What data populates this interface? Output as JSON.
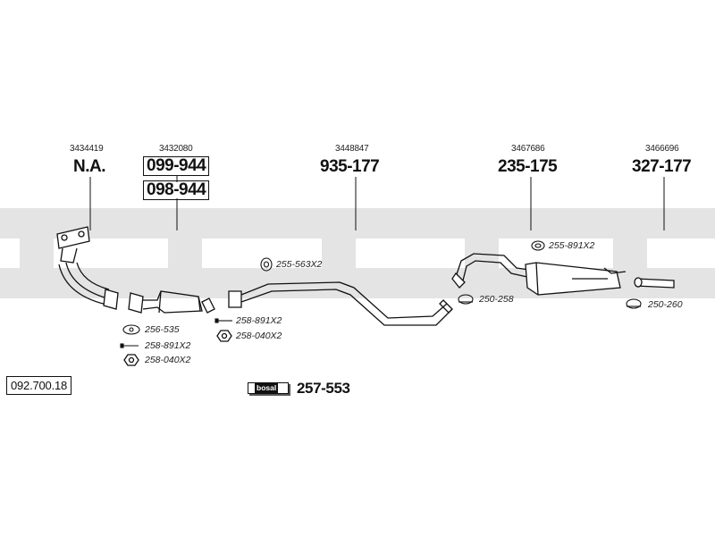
{
  "reference_number": "092.700.18",
  "watermark_text": "bosal",
  "brand_badge": {
    "text": "bosal",
    "code": "257-553"
  },
  "components": [
    {
      "part_number": "3434419",
      "codes": [
        "N.A."
      ]
    },
    {
      "part_number": "3432080",
      "codes": [
        "099-944",
        "098-944"
      ]
    },
    {
      "part_number": "3448847",
      "codes": [
        "935-177"
      ]
    },
    {
      "part_number": "3467686",
      "codes": [
        "235-175"
      ]
    },
    {
      "part_number": "3466696",
      "codes": [
        "327-177"
      ]
    }
  ],
  "accessories": [
    {
      "code": "256-535",
      "icon": "gasket-icon"
    },
    {
      "code": "258-891X2",
      "icon": "bolt-icon"
    },
    {
      "code": "258-040X2",
      "icon": "nut-icon"
    },
    {
      "code": "258-891X2",
      "icon": "bolt-icon"
    },
    {
      "code": "258-040X2",
      "icon": "nut-icon"
    },
    {
      "code": "255-563X2",
      "icon": "rubber-mount-icon"
    },
    {
      "code": "250-258",
      "icon": "clamp-icon"
    },
    {
      "code": "255-891X2",
      "icon": "rubber-ring-icon"
    },
    {
      "code": "250-260",
      "icon": "clamp-icon"
    }
  ],
  "colors": {
    "line": "#111111",
    "watermark": "#e2e2e2"
  }
}
